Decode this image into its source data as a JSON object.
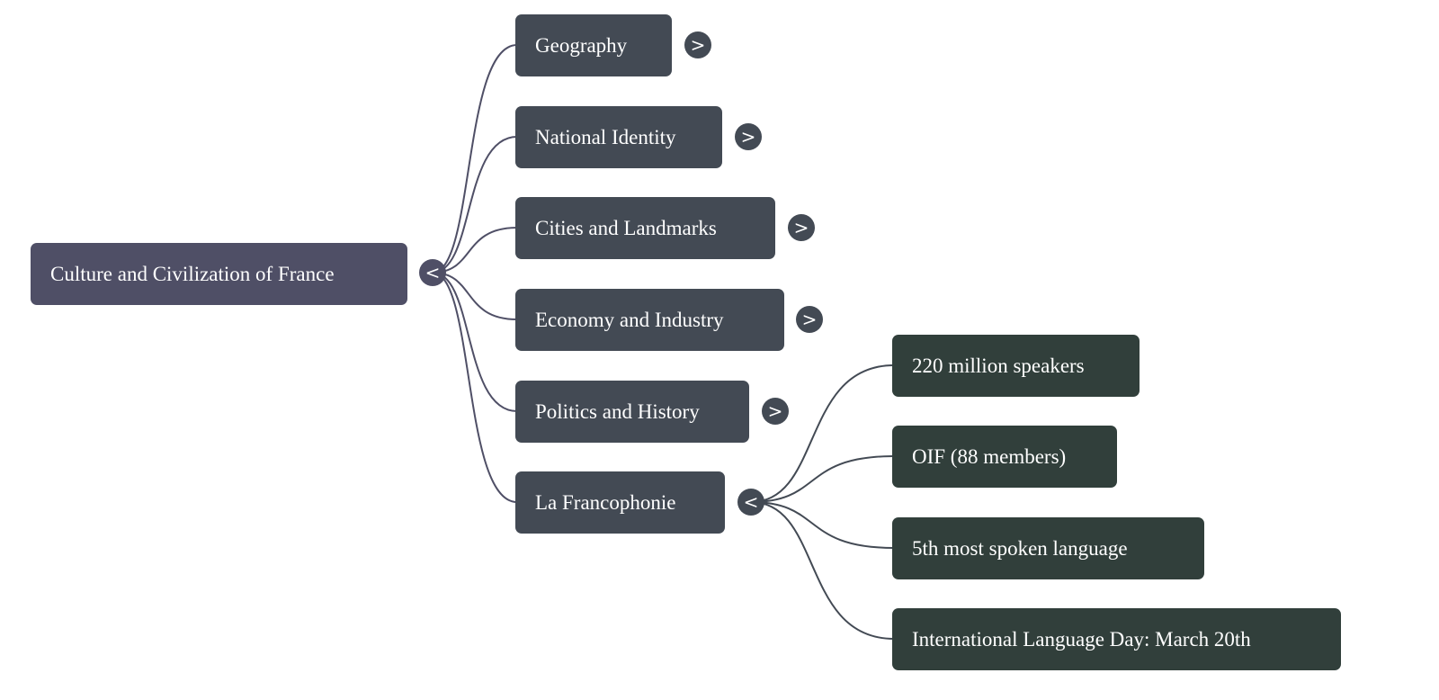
{
  "root": {
    "label": "Culture and Civilization of France",
    "toggle": "<"
  },
  "branches": [
    {
      "label": "Geography",
      "toggle": ">"
    },
    {
      "label": "National Identity",
      "toggle": ">"
    },
    {
      "label": "Cities and Landmarks",
      "toggle": ">"
    },
    {
      "label": "Economy and Industry",
      "toggle": ">"
    },
    {
      "label": "Politics and History",
      "toggle": ">"
    },
    {
      "label": "La Francophonie",
      "toggle": "<"
    }
  ],
  "leaves": [
    {
      "label": "220 million speakers"
    },
    {
      "label": "OIF (88 members)"
    },
    {
      "label": "5th most spoken language"
    },
    {
      "label": "International Language Day: March 20th"
    }
  ],
  "colors": {
    "root": "#4f4f66",
    "branch": "#434a54",
    "leaf": "#313f3b"
  }
}
